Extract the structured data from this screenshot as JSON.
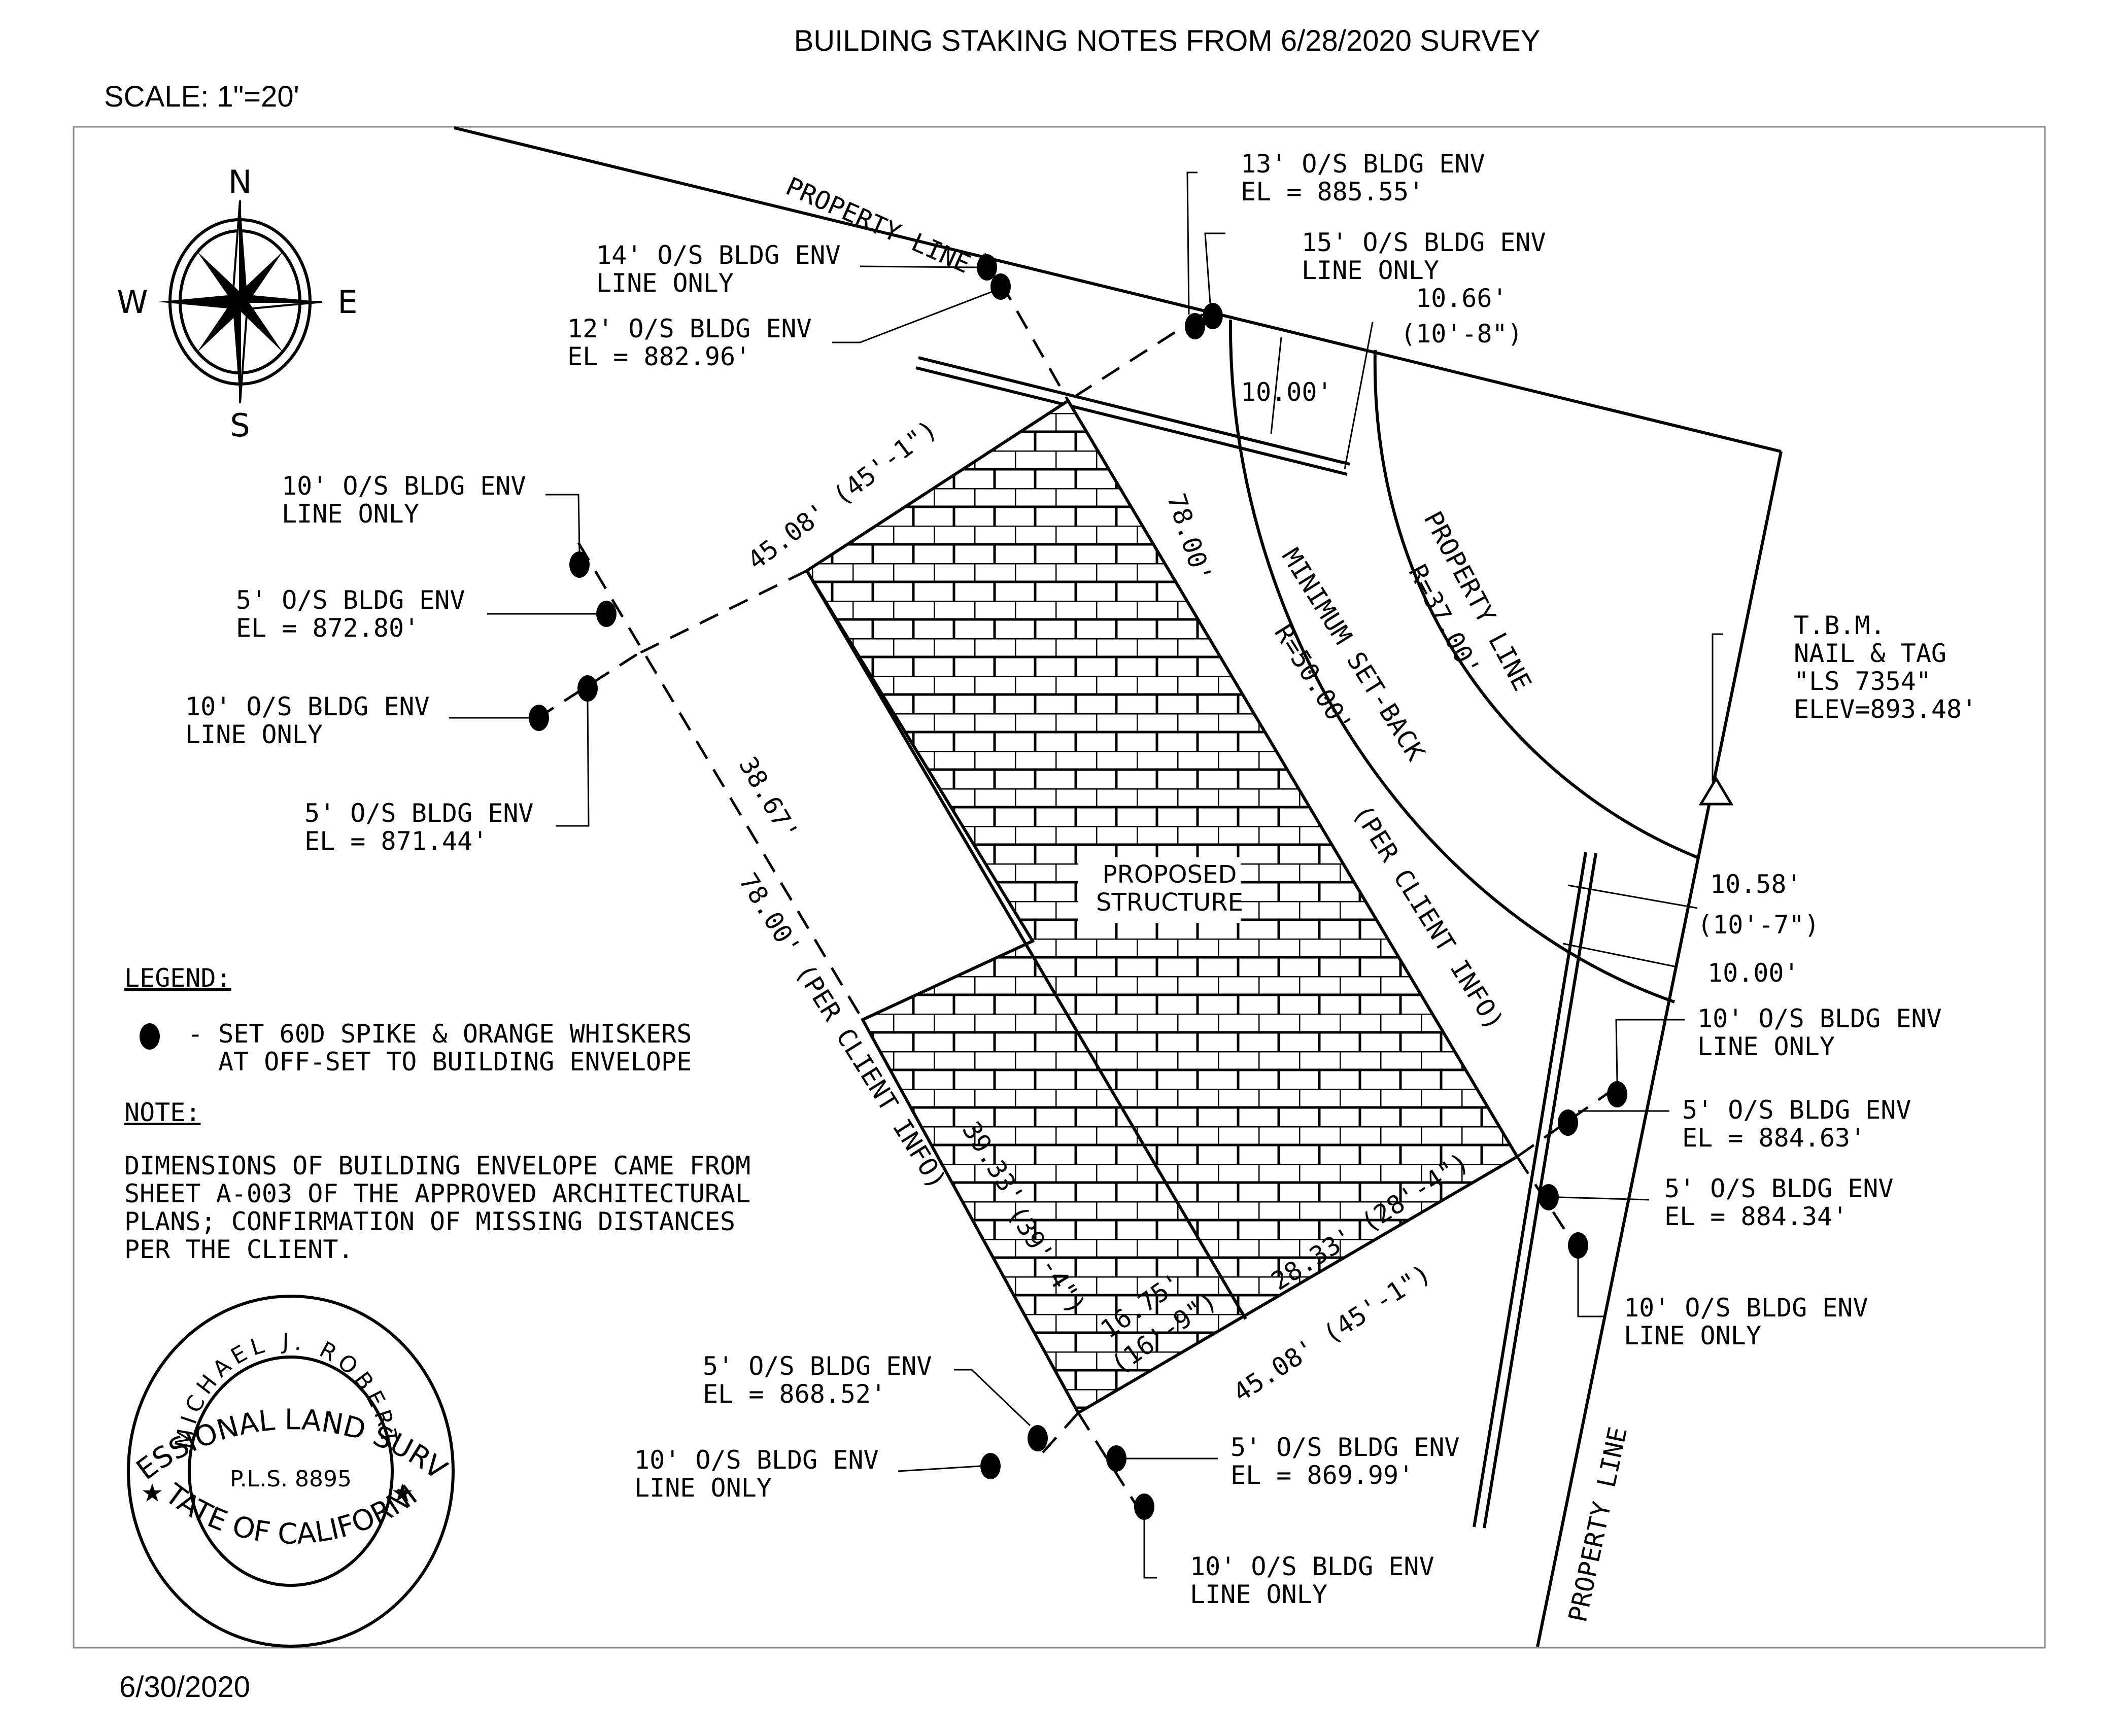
{
  "header": {
    "title": "BUILDING STAKING NOTES FROM 6/28/2020 SURVEY",
    "scale": "SCALE: 1\"=20'",
    "date": "6/30/2020"
  },
  "compass": {
    "n": "N",
    "s": "S",
    "e": "E",
    "w": "W"
  },
  "property_lines": {
    "north": "PROPERTY LINE",
    "curve_line1": "PROPERTY LINE",
    "curve_line2": "R=37.00'",
    "east": "PROPERTY LINE"
  },
  "setback": {
    "line1": "MINIMUM SET-BACK",
    "line2": "R=50.00'",
    "line3": "(PER CLIENT INFO)"
  },
  "structure": {
    "line1": "PROPOSED",
    "line2": "STRUCTURE"
  },
  "dimensions": {
    "nw_edge": "45.08' (45'-1\")",
    "ne_edge": "78.00'",
    "sw_dash": "38.67'",
    "sw_edge": "78.00' (PER CLIENT INFO)",
    "sw_inner1": "39.33'",
    "sw_inner2": "(39'-4\")",
    "s_inner1": "16.75'",
    "s_inner2": "(16'-9\")",
    "se_inner": "28.33' (28'-4\")",
    "se_edge": "45.08' (45'-1\")",
    "top_setback": "10.00'",
    "top_offset1": "10.66'",
    "top_offset2": "(10'-8\")",
    "right_offset1": "10.58'",
    "right_offset2": "(10'-7\")",
    "right_setback": "10.00'"
  },
  "callouts": [
    {
      "id": "n14",
      "line1": "14' O/S BLDG ENV",
      "line2": "LINE ONLY"
    },
    {
      "id": "n12",
      "line1": "12' O/S BLDG ENV",
      "line2": "EL = 882.96'"
    },
    {
      "id": "n13",
      "line1": "13' O/S BLDG ENV",
      "line2": "EL = 885.55'"
    },
    {
      "id": "n15",
      "line1": "15' O/S BLDG ENV",
      "line2": "LINE ONLY"
    },
    {
      "id": "w10a",
      "line1": "10' O/S BLDG ENV",
      "line2": "LINE ONLY"
    },
    {
      "id": "w5a",
      "line1": "5' O/S BLDG ENV",
      "line2": "EL = 872.80'"
    },
    {
      "id": "w10b",
      "line1": "10' O/S BLDG ENV",
      "line2": "LINE ONLY"
    },
    {
      "id": "w5b",
      "line1": "5' O/S BLDG ENV",
      "line2": "EL = 871.44'"
    },
    {
      "id": "e10a",
      "line1": "10' O/S BLDG ENV",
      "line2": "LINE ONLY"
    },
    {
      "id": "e5a",
      "line1": "5' O/S BLDG ENV",
      "line2": "EL = 884.63'"
    },
    {
      "id": "e5b",
      "line1": "5' O/S BLDG ENV",
      "line2": "EL = 884.34'"
    },
    {
      "id": "e10b",
      "line1": "10' O/S BLDG ENV",
      "line2": "LINE ONLY"
    },
    {
      "id": "s5a",
      "line1": "5' O/S BLDG ENV",
      "line2": "EL = 868.52'"
    },
    {
      "id": "s10a",
      "line1": "10' O/S BLDG ENV",
      "line2": "LINE ONLY"
    },
    {
      "id": "s5b",
      "line1": "5' O/S BLDG ENV",
      "line2": "EL = 869.99'"
    },
    {
      "id": "s10b",
      "line1": "10' O/S BLDG ENV",
      "line2": "LINE ONLY"
    }
  ],
  "tbm": {
    "line1": "T.B.M.",
    "line2": "NAIL & TAG",
    "line3": "\"LS 7354\"",
    "line4": "ELEV=893.48'"
  },
  "legend": {
    "heading": "LEGEND:",
    "line1": "- SET 60D SPIKE & ORANGE WHISKERS",
    "line2": "AT OFF-SET TO BUILDING ENVELOPE"
  },
  "note": {
    "heading": "NOTE:",
    "lines": [
      "DIMENSIONS OF BUILDING ENVELOPE CAME FROM",
      "SHEET A-003 OF THE APPROVED ARCHITECTURAL",
      "PLANS; CONFIRMATION OF MISSING DISTANCES",
      "PER THE CLIENT."
    ]
  },
  "seal": {
    "outer_top": "PROFESSIONAL LAND SURVEYOR",
    "outer_bottom": "STATE OF CALIFORNIA",
    "name": "MICHAEL J. ROBERT",
    "license": "P.L.S. 8895"
  }
}
